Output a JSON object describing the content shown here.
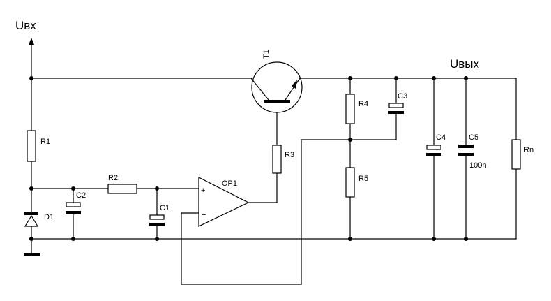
{
  "labels": {
    "u_in": "Uвх",
    "u_out": "Uвых",
    "t1": "T1",
    "op1": "OP1",
    "op_plus": "+",
    "op_minus": "−",
    "r1": "R1",
    "r2": "R2",
    "r3": "R3",
    "r4": "R4",
    "r5": "R5",
    "rn": "Rn",
    "c1": "C1",
    "c2": "C2",
    "c3": "C3",
    "c4": "C4",
    "c5": "C5",
    "c5_value": "100n",
    "d1": "D1"
  }
}
